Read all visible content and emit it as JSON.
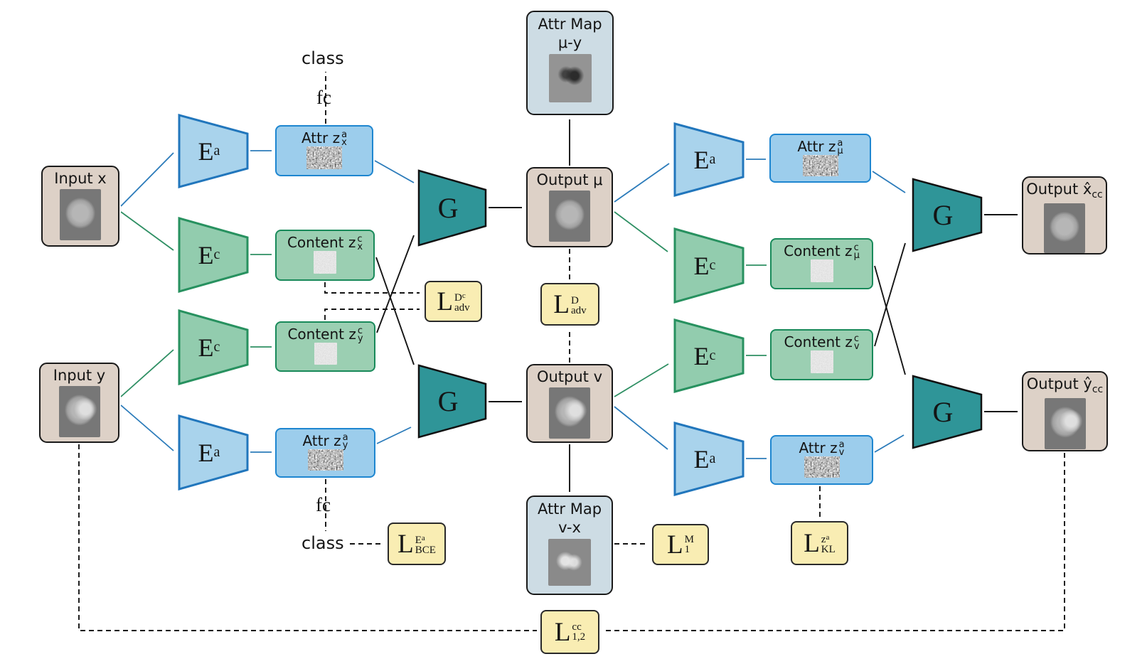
{
  "diagram": {
    "colors": {
      "attr_fill": "#9ccdec",
      "attr_stroke": "#1e86d0",
      "content_fill": "#9bcfb2",
      "content_stroke": "#198a5a",
      "generator_fill": "#2f9598",
      "io_fill": "#ddd1c7",
      "map_fill": "#cddce4",
      "loss_fill": "#f9edb3",
      "arrow_blue": "#2b7bba",
      "arrow_green": "#2e8f63",
      "arrow_black": "#141414"
    },
    "nodes": {
      "input_x": {
        "label": "Input x"
      },
      "input_y": {
        "label": "Input y"
      },
      "encoder_attr": {
        "label": "E",
        "sup": "a"
      },
      "encoder_content": {
        "label": "E",
        "sup": "c"
      },
      "generator": {
        "label": "G"
      },
      "attr_zx": {
        "prefix": "Attr z",
        "sup": "a",
        "sub": "x"
      },
      "attr_zy": {
        "prefix": "Attr z",
        "sup": "a",
        "sub": "y"
      },
      "attr_zmu": {
        "prefix": "Attr z",
        "sup": "a",
        "sub": "μ"
      },
      "attr_zv": {
        "prefix": "Attr z",
        "sup": "a",
        "sub": "v"
      },
      "content_zx": {
        "prefix": "Content z",
        "sup": "c",
        "sub": "x"
      },
      "content_zy": {
        "prefix": "Content z",
        "sup": "c",
        "sub": "y"
      },
      "content_zmu": {
        "prefix": "Content z",
        "sup": "c",
        "sub": "μ"
      },
      "content_zv": {
        "prefix": "Content z",
        "sup": "c",
        "sub": "v"
      },
      "output_mu": {
        "label": "Output μ"
      },
      "output_v": {
        "label": "Output v"
      },
      "output_xcc": {
        "prefix": "Output ",
        "main": "x̂",
        "sub": "cc"
      },
      "output_ycc": {
        "prefix": "Output ",
        "main": "ŷ",
        "sub": "cc"
      },
      "attr_map_top": {
        "line1": "Attr Map",
        "line2": "μ-y"
      },
      "attr_map_bottom": {
        "line1": "Attr Map",
        "line2": "v-x"
      }
    },
    "losses": {
      "adv_dc": {
        "base": "L",
        "sup_main": "D",
        "sup_sup": "c",
        "sub": "adv"
      },
      "adv_d": {
        "base": "L",
        "sup_main": "D",
        "sup_sup": "",
        "sub": "adv"
      },
      "l1m": {
        "base": "L",
        "sup_main": "M",
        "sup_sup": "",
        "sub": "1"
      },
      "kl": {
        "base": "L",
        "sup_main": "z",
        "sup_sup": "a",
        "sub": "KL"
      },
      "bce": {
        "base": "L",
        "sup_main": "E",
        "sup_sup": "a",
        "sub": "BCE"
      },
      "cc": {
        "base": "L",
        "sup_main": "cc",
        "sup_sup": "",
        "sub": "1,2"
      }
    },
    "annotations": {
      "class_top": "class",
      "class_bottom": "class",
      "fc_top": "fc",
      "fc_bottom": "fc"
    }
  }
}
